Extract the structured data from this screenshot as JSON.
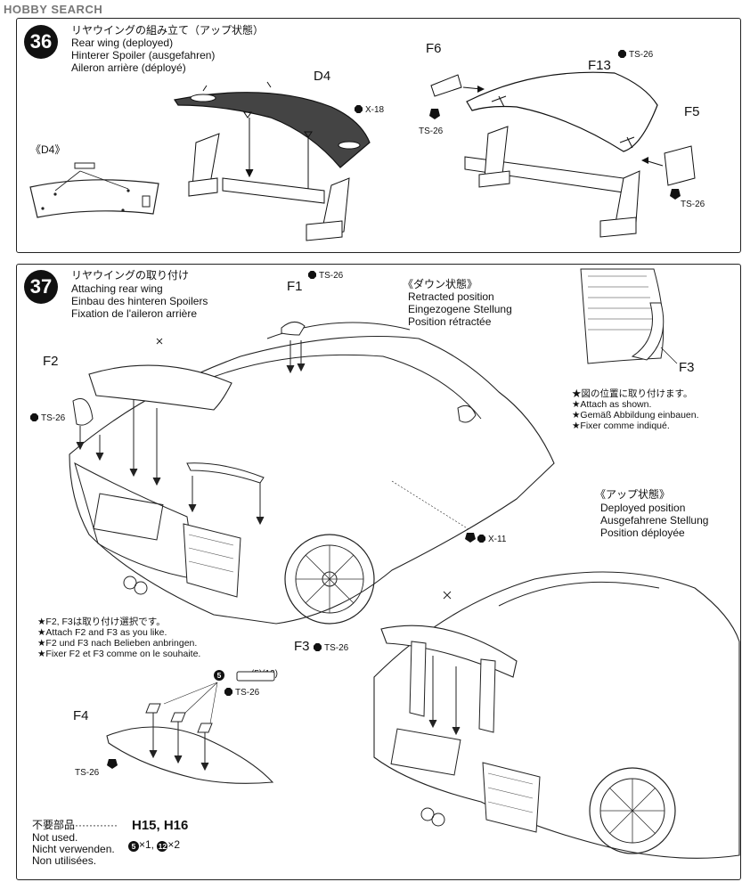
{
  "watermark": "HOBBY SEARCH",
  "step36": {
    "number": "36",
    "title_jp": "リヤウイングの組み立て（アップ状態）",
    "title_en": "Rear wing (deployed)",
    "title_de": "Hinterer Spoiler (ausgefahren)",
    "title_fr": "Aileron arrière (déployé)",
    "part_d4": "D4",
    "detail_label": "《D4》",
    "screw": "X-18",
    "f6": "F6",
    "f13": "F13",
    "f5": "F5",
    "paint": "TS-26"
  },
  "step37": {
    "number": "37",
    "title_jp": "リヤウイングの取り付け",
    "title_en": "Attaching rear wing",
    "title_de": "Einbau des hinteren Spoilers",
    "title_fr": "Fixation de l'aileron arrière",
    "f1": "F1",
    "f2": "F2",
    "f3": "F3",
    "f4": "F4",
    "paint": "TS-26",
    "screw": "X-11",
    "retracted": {
      "jp": "《ダウン状態》",
      "en": "Retracted position",
      "de": "Eingezogene Stellung",
      "fr": "Position rétractée"
    },
    "attach_notes": [
      "★図の位置に取り付けます。",
      "★Attach as shown.",
      "★Gemäß Abbildung einbauen.",
      "★Fixer comme indiqué."
    ],
    "deployed": {
      "jp": "《アップ状態》",
      "en": "Deployed position",
      "de": "Ausgefahrene Stellung",
      "fr": "Position déployée"
    },
    "choice_notes": [
      "★F2, F3は取り付け選択です。",
      "★Attach F2 and F3 as you like.",
      "★F2 und F3 nach Belieben anbringen.",
      "★Fixer F2 et F3 comme on le souhaite."
    ],
    "count5": "5",
    "count_pack": "(5)(12)",
    "not_used": {
      "jp": "不要部品",
      "dots": "············",
      "parts": "H15, H16",
      "en": "Not used.",
      "de": "Nicht verwenden.",
      "fr": "Non utilisées.",
      "qty_a_num": "5",
      "qty_a": "×1,",
      "qty_b_num": "12",
      "qty_b": "×2"
    }
  }
}
